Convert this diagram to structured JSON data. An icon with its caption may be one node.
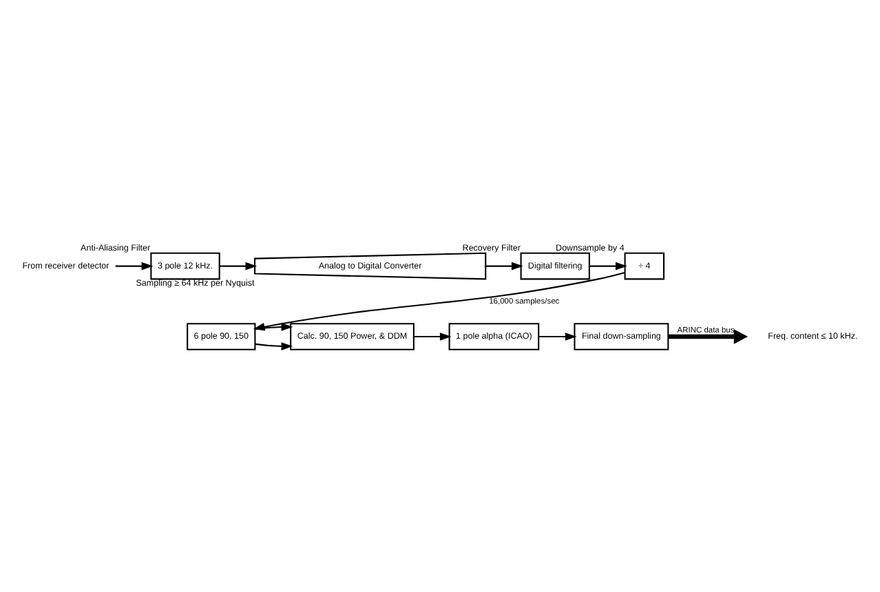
{
  "diagram": {
    "nodes": [
      {
        "text": [
          "From receiver detector"
        ]
      },
      {
        "text": [
          "3 pole 12 kHz."
        ],
        "beside": [
          "Anti-Aliasing Filter"
        ]
      },
      {
        "text": [
          "Analog to Digital Converter"
        ],
        "beside": [
          "Sampling ≥ 64 kHz per Nyquist"
        ]
      },
      {
        "text": [
          "Digital filtering"
        ],
        "beside": [
          "Recovery Filter"
        ]
      },
      {
        "text": [
          "÷ 4"
        ],
        "beside": [
          "Downsample by 4"
        ]
      },
      {
        "text": [
          "6 pole 90, 150"
        ]
      },
      {
        "text": [
          "Calc. 90, 150 Power, & DDM"
        ]
      },
      {
        "text": [
          "1 pole alpha (ICAO)"
        ]
      },
      {
        "text": [
          "Final down-sampling"
        ]
      }
    ],
    "edges": [
      {
        "from": 0,
        "to": 1,
        "arrow": "to"
      },
      {
        "from": 1,
        "to": 2,
        "arrow": "to"
      },
      {
        "from": 2,
        "to": 3,
        "arrow": "to"
      },
      {
        "from": 3,
        "to": 4,
        "arrow": "to"
      },
      {
        "from": 4,
        "to": 5,
        "arrow": "to",
        "label": "16,000 samples/sec"
      },
      {
        "from": 5,
        "to": 6,
        "arrow": "to"
      },
      {
        "from": 5,
        "to": 6,
        "arrow": "to"
      },
      {
        "from": 6,
        "to": 7,
        "arrow": "to"
      },
      {
        "from": 7,
        "to": 8,
        "arrow": "to"
      },
      {
        "from": 8,
        "to": null,
        "arrow": "to",
        "style": "thick",
        "label": "ARINC data bus"
      }
    ],
    "labels": [
      "Freq. content ≤ 10 kHz."
    ]
  }
}
